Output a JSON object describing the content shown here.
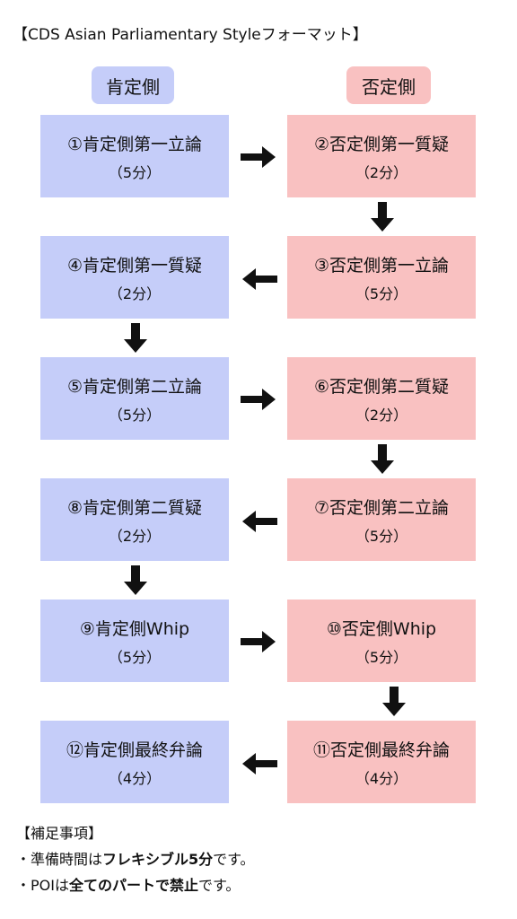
{
  "title": "【CDS Asian Parliamentary Styleフォーマット】",
  "sides": {
    "affirmative": "肯定側",
    "negative": "否定側"
  },
  "speeches": [
    {
      "label": "①肯定側第一立論",
      "time": "（5分）"
    },
    {
      "label": "②否定側第一質疑",
      "time": "（2分）"
    },
    {
      "label": "③否定側第一立論",
      "time": "（5分）"
    },
    {
      "label": "④肯定側第一質疑",
      "time": "（2分）"
    },
    {
      "label": "⑤肯定側第二立論",
      "time": "（5分）"
    },
    {
      "label": "⑥否定側第二質疑",
      "time": "（2分）"
    },
    {
      "label": "⑦否定側第二立論",
      "time": "（5分）"
    },
    {
      "label": "⑧肯定側第二質疑",
      "time": "（2分）"
    },
    {
      "label": "⑨肯定側Whip",
      "time": "（5分）"
    },
    {
      "label": "⑩否定側Whip",
      "time": "（5分）"
    },
    {
      "label": "⑪否定側最終弁論",
      "time": "（4分）"
    },
    {
      "label": "⑫肯定側最終弁論",
      "time": "（4分）"
    }
  ],
  "notes": {
    "heading": "【補足事項】",
    "line1": {
      "prefix": "・準備時間は",
      "bold": "フレキシブル5分",
      "suffix": "です。"
    },
    "line2": {
      "prefix": "・POIは",
      "bold": "全てのパートで禁止",
      "suffix": "です。"
    }
  },
  "colors": {
    "affirmative": "#c5cdf9",
    "negative": "#f9c1c1",
    "arrow": "#111111"
  },
  "icons": {
    "right": "arrow-right-icon",
    "left": "arrow-left-icon",
    "down": "arrow-down-icon"
  }
}
